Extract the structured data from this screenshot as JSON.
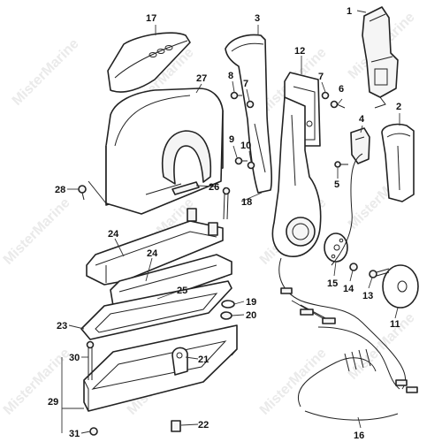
{
  "watermark": "MisterMarine",
  "callouts": {
    "c1": "1",
    "c2": "2",
    "c3": "3",
    "c4": "4",
    "c5": "5",
    "c6": "6",
    "c7a": "7",
    "c7b": "7",
    "c8": "8",
    "c9": "9",
    "c10": "10",
    "c11": "11",
    "c12": "12",
    "c13": "13",
    "c14": "14",
    "c15": "15",
    "c16": "16",
    "c17": "17",
    "c18": "18",
    "c19": "19",
    "c20": "20",
    "c21": "21",
    "c22": "22",
    "c23": "23",
    "c24a": "24",
    "c24b": "24",
    "c25": "25",
    "c26": "26",
    "c27": "27",
    "c28": "28",
    "c29": "29",
    "c30": "30",
    "c31": "31"
  }
}
